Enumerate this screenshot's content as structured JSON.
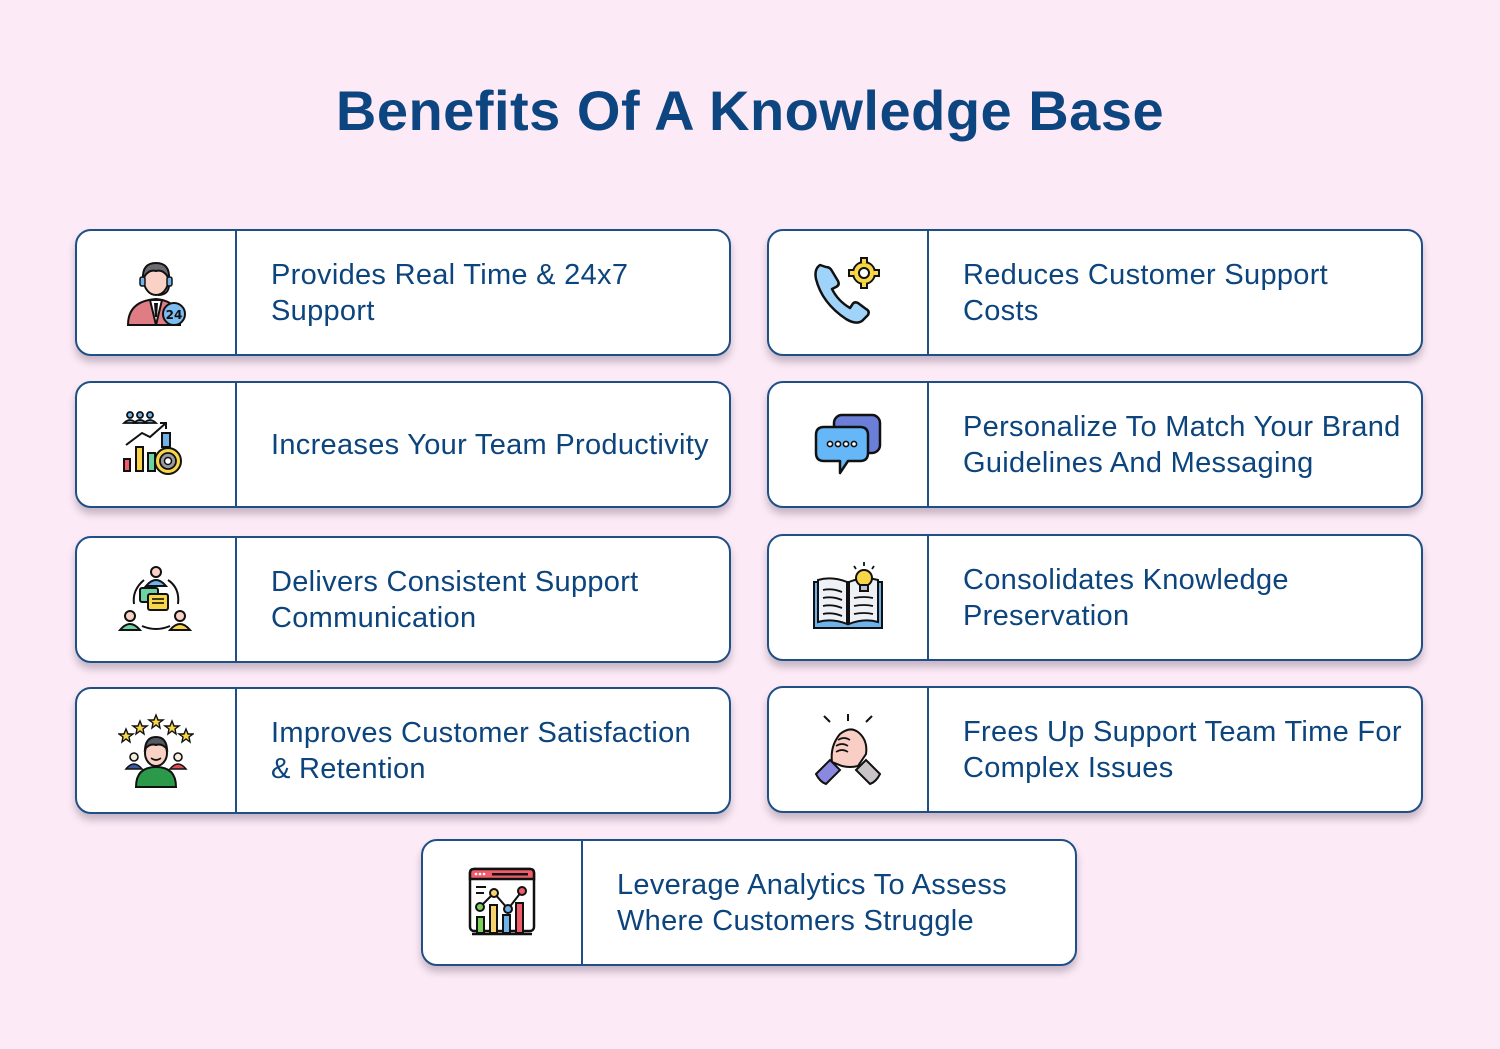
{
  "title": "Benefits Of A Knowledge Base",
  "colors": {
    "background": "#fcebf6",
    "card_border": "#1e4f85",
    "text": "#0c447d",
    "card_background": "#ffffff"
  },
  "benefits": [
    {
      "label": "Provides Real Time & 24x7 Support",
      "icon": "customer-support-24-icon"
    },
    {
      "label": "Reduces Customer Support Costs",
      "icon": "phone-gear-icon"
    },
    {
      "label": "Increases Your Team Productivity",
      "icon": "team-productivity-chart-icon"
    },
    {
      "label": "Personalize To Match Your Brand Guidelines And Messaging",
      "icon": "chat-bubbles-icon"
    },
    {
      "label": "Delivers Consistent Support Communication",
      "icon": "team-communication-cycle-icon"
    },
    {
      "label": "Consolidates Knowledge Preservation",
      "icon": "open-book-lightbulb-icon"
    },
    {
      "label": "Improves Customer Satisfaction & Retention",
      "icon": "satisfied-customer-stars-icon"
    },
    {
      "label": "Frees Up Support Team Time For Complex Issues",
      "icon": "handshake-icon"
    },
    {
      "label": "Leverage Analytics To Assess Where Customers Struggle",
      "icon": "analytics-dashboard-icon"
    }
  ]
}
